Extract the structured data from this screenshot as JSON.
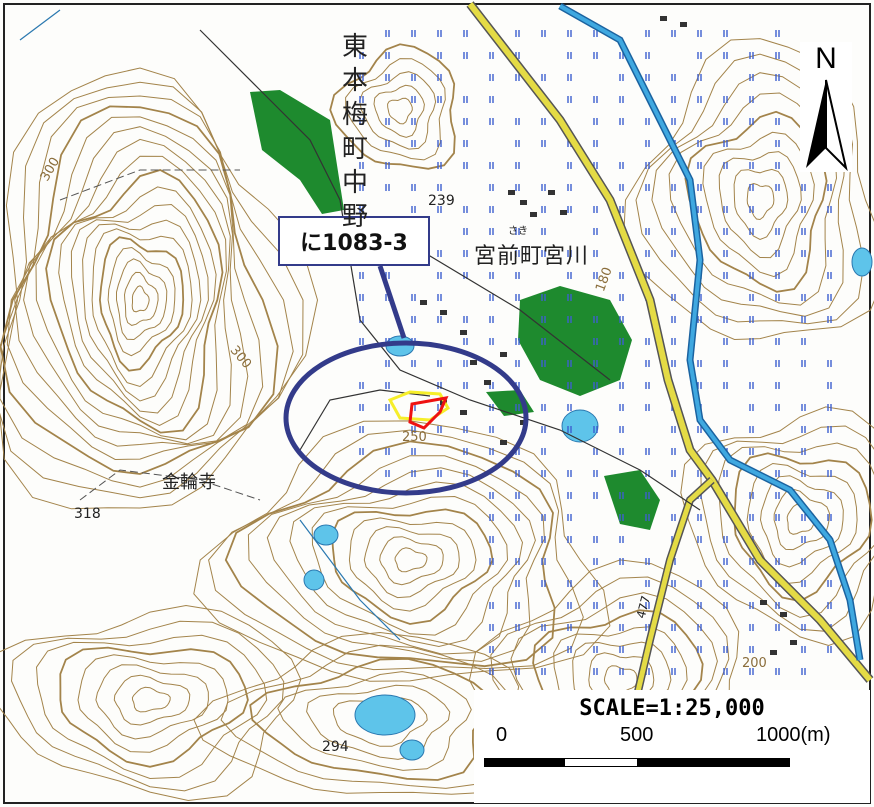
{
  "callout": {
    "label": "に1083-3"
  },
  "place_labels": {
    "village_vertical": "東本梅町中野",
    "village_horizontal": "宮前町宮川",
    "temple": "金輪寺",
    "small_kanji": "さき"
  },
  "spot_heights": [
    "239",
    "318",
    "294"
  ],
  "contour_labels": [
    "300",
    "300",
    "250",
    "200",
    "180"
  ],
  "route_label": "477",
  "north_arrow": {
    "letter": "N"
  },
  "scale_bar": {
    "title": "SCALE=1:25,000",
    "ticks": [
      "0",
      "500",
      "1000(m)"
    ]
  },
  "colors": {
    "contour": "#a3844b",
    "road_yellow": "#e4db45",
    "river": "#3fa8e0",
    "forest": "#1e8a2e",
    "pond": "#5ec4ea",
    "ellipse": "#333b8a",
    "site_red": "#ee1111",
    "site_yellow": "#f6ee2a"
  }
}
